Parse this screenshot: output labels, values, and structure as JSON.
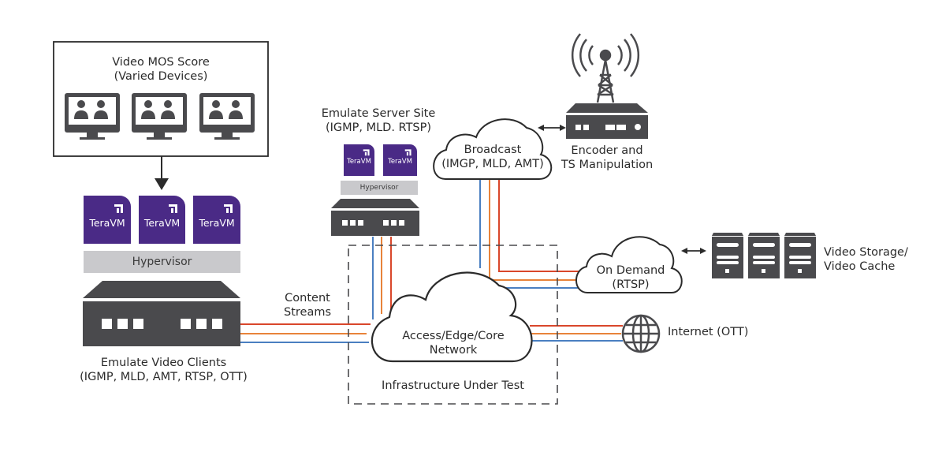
{
  "diagram": {
    "colors": {
      "device": "#4a4a4d",
      "teravm": "#4a2a86",
      "hypervisor": "#c9c9cc",
      "line_red": "#d9472b",
      "line_orange": "#e8833a",
      "line_blue": "#4a7fc1",
      "outline": "#2b2b2b"
    },
    "mos_box": {
      "title_line1": "Video MOS Score",
      "title_line2": "(Varied Devices)",
      "monitor_count": 3
    },
    "client_side": {
      "vm_label": "TeraVM",
      "vm_count": 3,
      "hypervisor_label": "Hypervisor",
      "caption_line1": "Emulate Video Clients",
      "caption_line2": "(IGMP, MLD, AMT, RTSP, OTT)"
    },
    "server_site": {
      "caption_line1": "Emulate Server Site",
      "caption_line2": "(IGMP, MLD. RTSP)",
      "vm_label": "TeraVM",
      "vm_count": 2,
      "hypervisor_label": "Hypervisor"
    },
    "broadcast_cloud": {
      "line1": "Broadcast",
      "line2": "(IMGP, MLD, AMT)"
    },
    "encoder": {
      "caption_line1": "Encoder and",
      "caption_line2": "TS Manipulation"
    },
    "on_demand_cloud": {
      "line1": "On Demand",
      "line2": "(RTSP)"
    },
    "storage": {
      "caption_line1": "Video Storage/",
      "caption_line2": "Video Cache",
      "server_count": 3
    },
    "core_cloud": {
      "line1": "Access/Edge/Core",
      "line2": "Network"
    },
    "infrastructure_label": "Infrastructure Under Test",
    "content_streams": {
      "line1": "Content",
      "line2": "Streams"
    },
    "internet": {
      "label": "Internet (OTT)"
    }
  }
}
